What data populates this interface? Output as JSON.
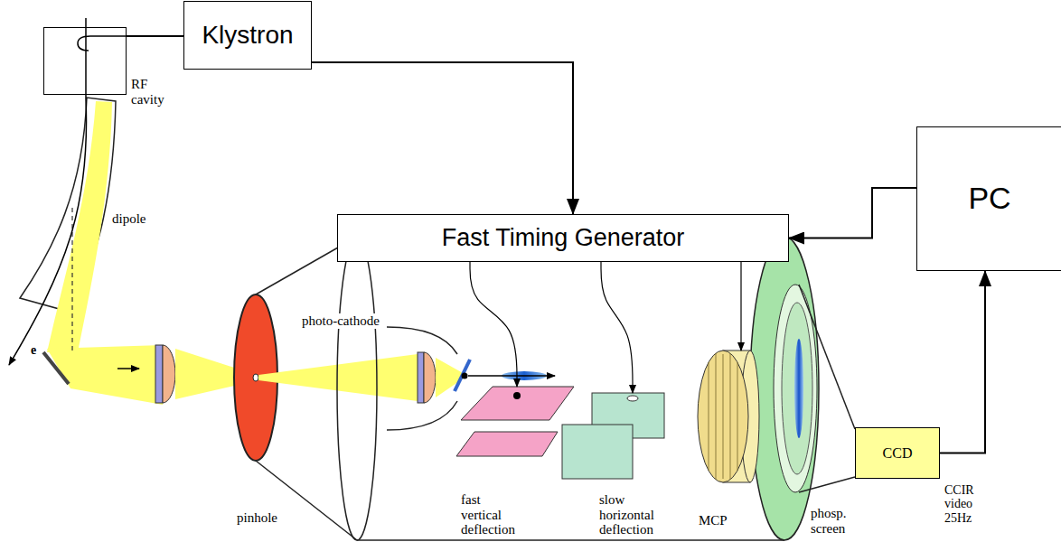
{
  "diagram": {
    "nodes": [
      {
        "text": [
          "Klystron"
        ]
      },
      {
        "text": [
          "RF cavity"
        ]
      },
      {
        "text": [
          "PC"
        ]
      },
      {
        "text": [
          "Fast Timing Generator"
        ]
      },
      {
        "text": [
          "fast vertical deflection"
        ]
      },
      {
        "text": [
          "slow horizontal deflection"
        ]
      },
      {
        "text": [
          "MCP"
        ]
      },
      {
        "text": [
          "CCD"
        ]
      }
    ],
    "edges": [
      {
        "from": 0,
        "to": 1,
        "arrow": "none"
      },
      {
        "from": 0,
        "to": 3,
        "arrow": "to"
      },
      {
        "from": 2,
        "to": 3,
        "arrow": "to"
      },
      {
        "from": 3,
        "to": 4,
        "arrow": "to"
      },
      {
        "from": 3,
        "to": 5,
        "arrow": "to"
      },
      {
        "from": 3,
        "to": 6,
        "arrow": "to"
      },
      {
        "from": 7,
        "to": 2,
        "arrow": "to",
        "label": "CCIR video 25Hz"
      }
    ],
    "labels": [
      "dipole",
      "e",
      "photo-cathode",
      "pinhole",
      "phosp. screen"
    ]
  }
}
